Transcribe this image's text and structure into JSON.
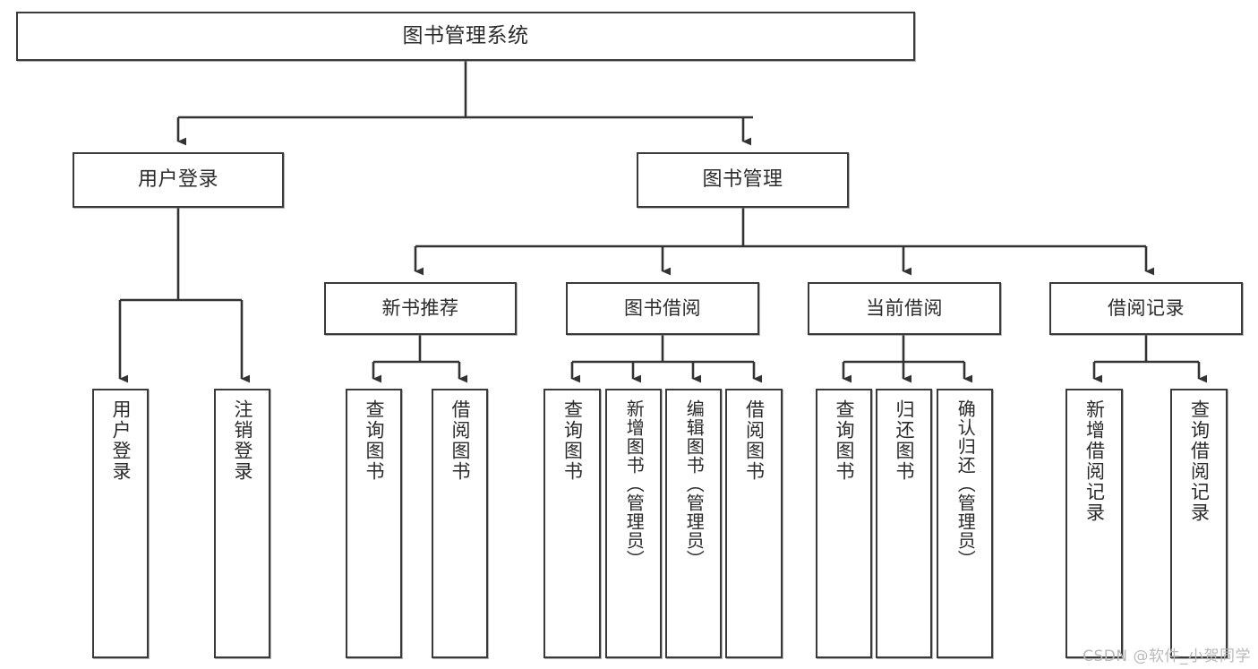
{
  "diagram": {
    "type": "tree",
    "title": "图书管理系统",
    "root": {
      "id": "root",
      "label": "图书管理系统"
    },
    "level1": [
      {
        "id": "user-login",
        "label": "用户登录"
      },
      {
        "id": "book-manage",
        "label": "图书管理"
      }
    ],
    "level2": [
      {
        "id": "new-book-rec",
        "label": "新书推荐",
        "parent": "book-manage"
      },
      {
        "id": "book-borrow",
        "label": "图书借阅",
        "parent": "book-manage"
      },
      {
        "id": "current-borrow",
        "label": "当前借阅",
        "parent": "book-manage"
      },
      {
        "id": "borrow-record",
        "label": "借阅记录",
        "parent": "book-manage"
      }
    ],
    "leaves": [
      {
        "id": "leaf-user-login",
        "label": "用户登录",
        "parent": "user-login"
      },
      {
        "id": "leaf-user-logout",
        "label": "注销登录",
        "parent": "user-login"
      },
      {
        "id": "leaf-rec-query",
        "label": "查询图书",
        "parent": "new-book-rec"
      },
      {
        "id": "leaf-rec-borrow",
        "label": "借阅图书",
        "parent": "new-book-rec"
      },
      {
        "id": "leaf-borrow-query",
        "label": "查询图书",
        "parent": "book-borrow"
      },
      {
        "id": "leaf-borrow-add",
        "label": "新增图书（管理员）",
        "parent": "book-borrow"
      },
      {
        "id": "leaf-borrow-edit",
        "label": "编辑图书（管理员）",
        "parent": "book-borrow"
      },
      {
        "id": "leaf-borrow-take",
        "label": "借阅图书",
        "parent": "book-borrow"
      },
      {
        "id": "leaf-cur-query",
        "label": "查询图书",
        "parent": "current-borrow"
      },
      {
        "id": "leaf-cur-return",
        "label": "归还图书",
        "parent": "current-borrow"
      },
      {
        "id": "leaf-cur-confirm",
        "label": "确认归还（管理员）",
        "parent": "current-borrow"
      },
      {
        "id": "leaf-rec-add",
        "label": "新增借阅记录",
        "parent": "borrow-record"
      },
      {
        "id": "leaf-rec-query2",
        "label": "查询借阅记录",
        "parent": "borrow-record"
      }
    ],
    "colors": {
      "background": "#ffffff",
      "box_fill": "#ffffff",
      "box_border": "#3a3a3a",
      "connector": "#333333",
      "text": "#2b2b2b",
      "watermark": "#b9b9b9"
    }
  },
  "watermark": {
    "text": "CSDN @软件_小贺同学"
  }
}
